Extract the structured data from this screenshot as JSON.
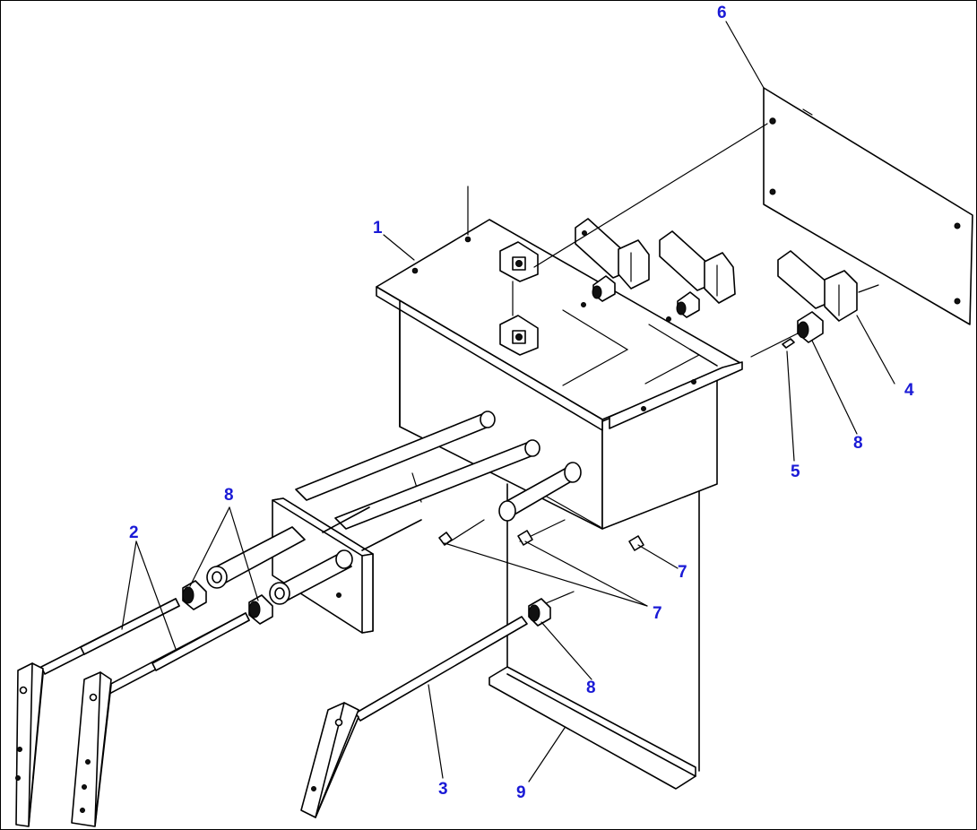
{
  "callouts": [
    {
      "id": "1",
      "text": "1"
    },
    {
      "id": "2",
      "text": "2"
    },
    {
      "id": "3",
      "text": "3"
    },
    {
      "id": "4",
      "text": "4"
    },
    {
      "id": "5",
      "text": "5"
    },
    {
      "id": "6",
      "text": "6"
    },
    {
      "id": "7a",
      "text": "7"
    },
    {
      "id": "7b",
      "text": "7"
    },
    {
      "id": "8a",
      "text": "8"
    },
    {
      "id": "8b",
      "text": "8"
    },
    {
      "id": "8c",
      "text": "8"
    },
    {
      "id": "9",
      "text": "9"
    }
  ],
  "colors": {
    "callout": "#1a1ad6",
    "line": "#000000",
    "background": "#ffffff"
  }
}
